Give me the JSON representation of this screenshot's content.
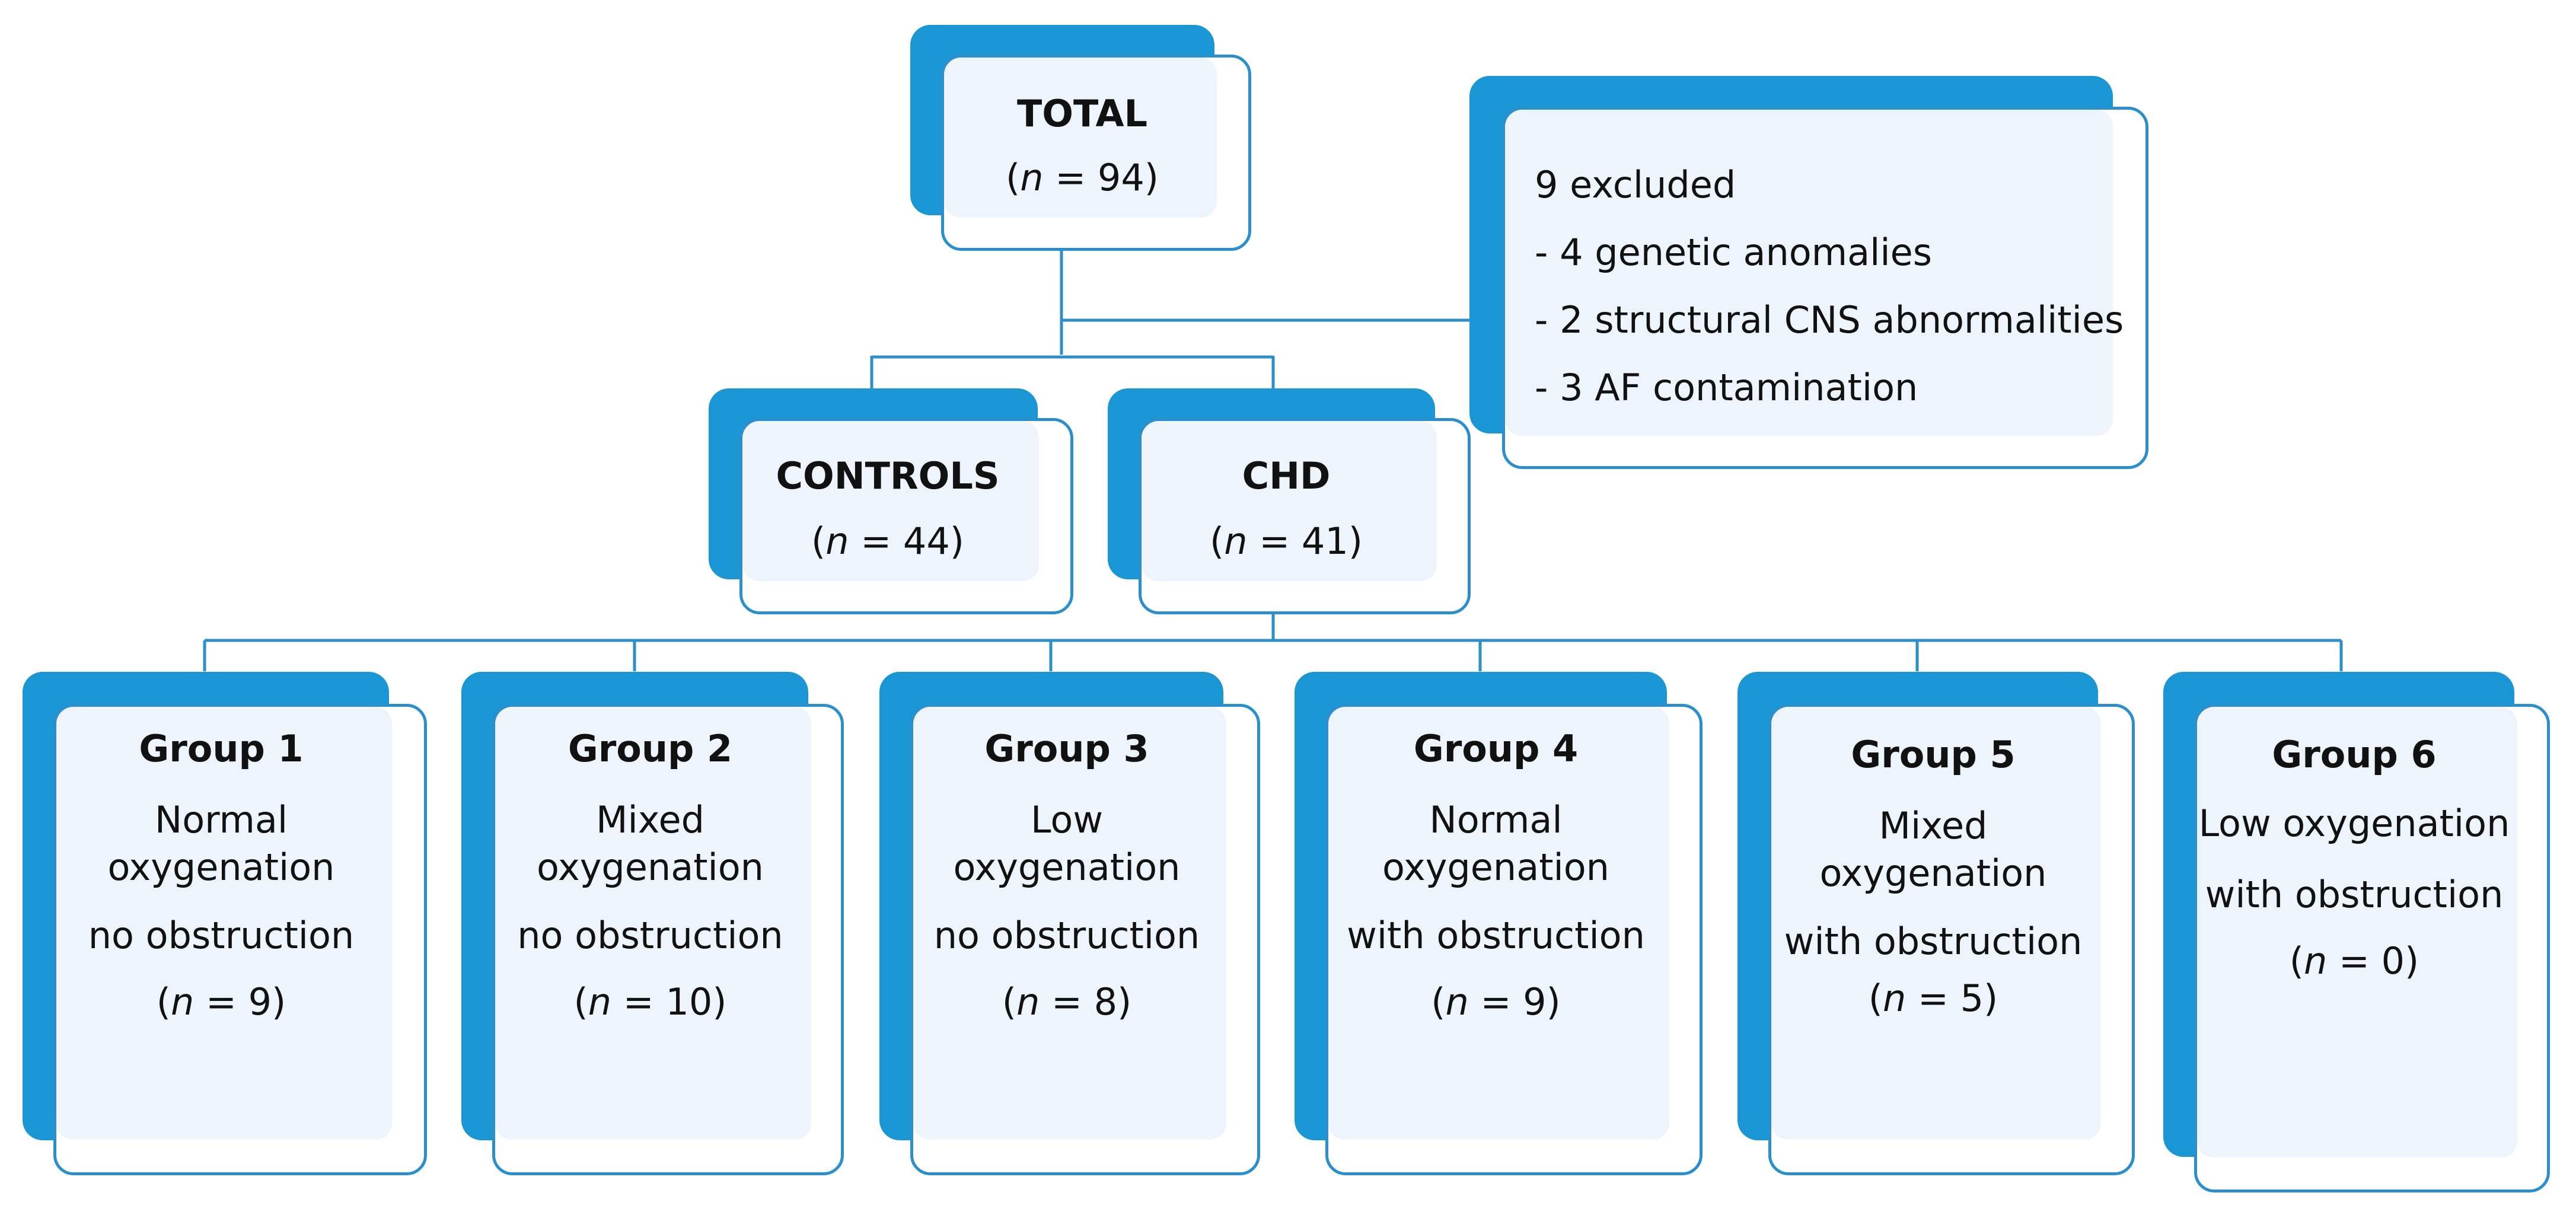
{
  "nodes": {
    "total": {
      "title": "TOTAL",
      "n_prefix": "(",
      "n_var": "n",
      "n_rest": " = 94)"
    },
    "excluded": {
      "header": "9 excluded",
      "items": [
        "- 4 genetic anomalies",
        "- 2 structural CNS abnormalities",
        "- 3 AF contamination"
      ]
    },
    "controls": {
      "title": "CONTROLS",
      "n_prefix": "(",
      "n_var": "n",
      "n_rest": " = 44)"
    },
    "chd": {
      "title": "CHD",
      "n_prefix": "(",
      "n_var": "n",
      "n_rest": " = 41)"
    },
    "groups": [
      {
        "title": "Group 1",
        "lines": [
          "Normal",
          "oxygenation",
          "no obstruction"
        ],
        "n_prefix": "(",
        "n_var": "n",
        "n_rest": " = 9)"
      },
      {
        "title": "Group 2",
        "lines": [
          "Mixed",
          "oxygenation",
          "no obstruction"
        ],
        "n_prefix": "(",
        "n_var": "n",
        "n_rest": " = 10)"
      },
      {
        "title": "Group 3",
        "lines": [
          "Low",
          "oxygenation",
          "no obstruction"
        ],
        "n_prefix": "(",
        "n_var": "n",
        "n_rest": " = 8)"
      },
      {
        "title": "Group 4",
        "lines": [
          "Normal",
          "oxygenation",
          "with obstruction"
        ],
        "n_prefix": "(",
        "n_var": "n",
        "n_rest": " = 9)"
      },
      {
        "title": "Group 5",
        "lines": [
          "Mixed",
          "oxygenation",
          "with obstruction"
        ],
        "n_prefix": "(",
        "n_var": "n",
        "n_rest": " = 5)"
      },
      {
        "title": "Group 6",
        "lines": [
          "Low oxygenation",
          "with obstruction"
        ],
        "n_prefix": "(",
        "n_var": "n",
        "n_rest": " = 0)"
      }
    ]
  },
  "colors": {
    "box_back": "#1a96d4",
    "box_border": "#2a8fcc",
    "box_fill": "#eef4fb",
    "connector": "#2c8fc8"
  }
}
